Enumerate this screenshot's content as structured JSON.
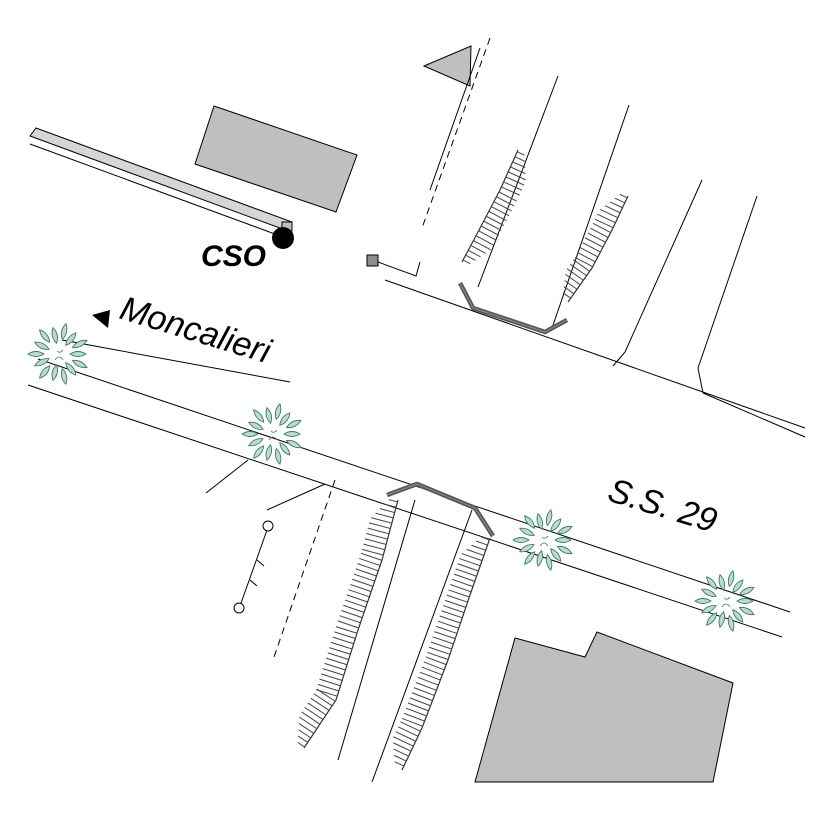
{
  "labels": {
    "cso": "CSO",
    "direction": "Moncalieri",
    "road": "S.S. 29"
  },
  "colors": {
    "background": "#ffffff",
    "building_fill": "#bfbfbf",
    "tree_fill": "#b8ddd0",
    "tree_outline": "#3f7a65",
    "ramp_stroke": "#555555",
    "line": "#000000"
  },
  "icons": {
    "tree": "tree-icon",
    "cso_marker": "cso-marker-icon",
    "direction_arrow": "arrow-left-icon",
    "flag": "flag-icon"
  }
}
